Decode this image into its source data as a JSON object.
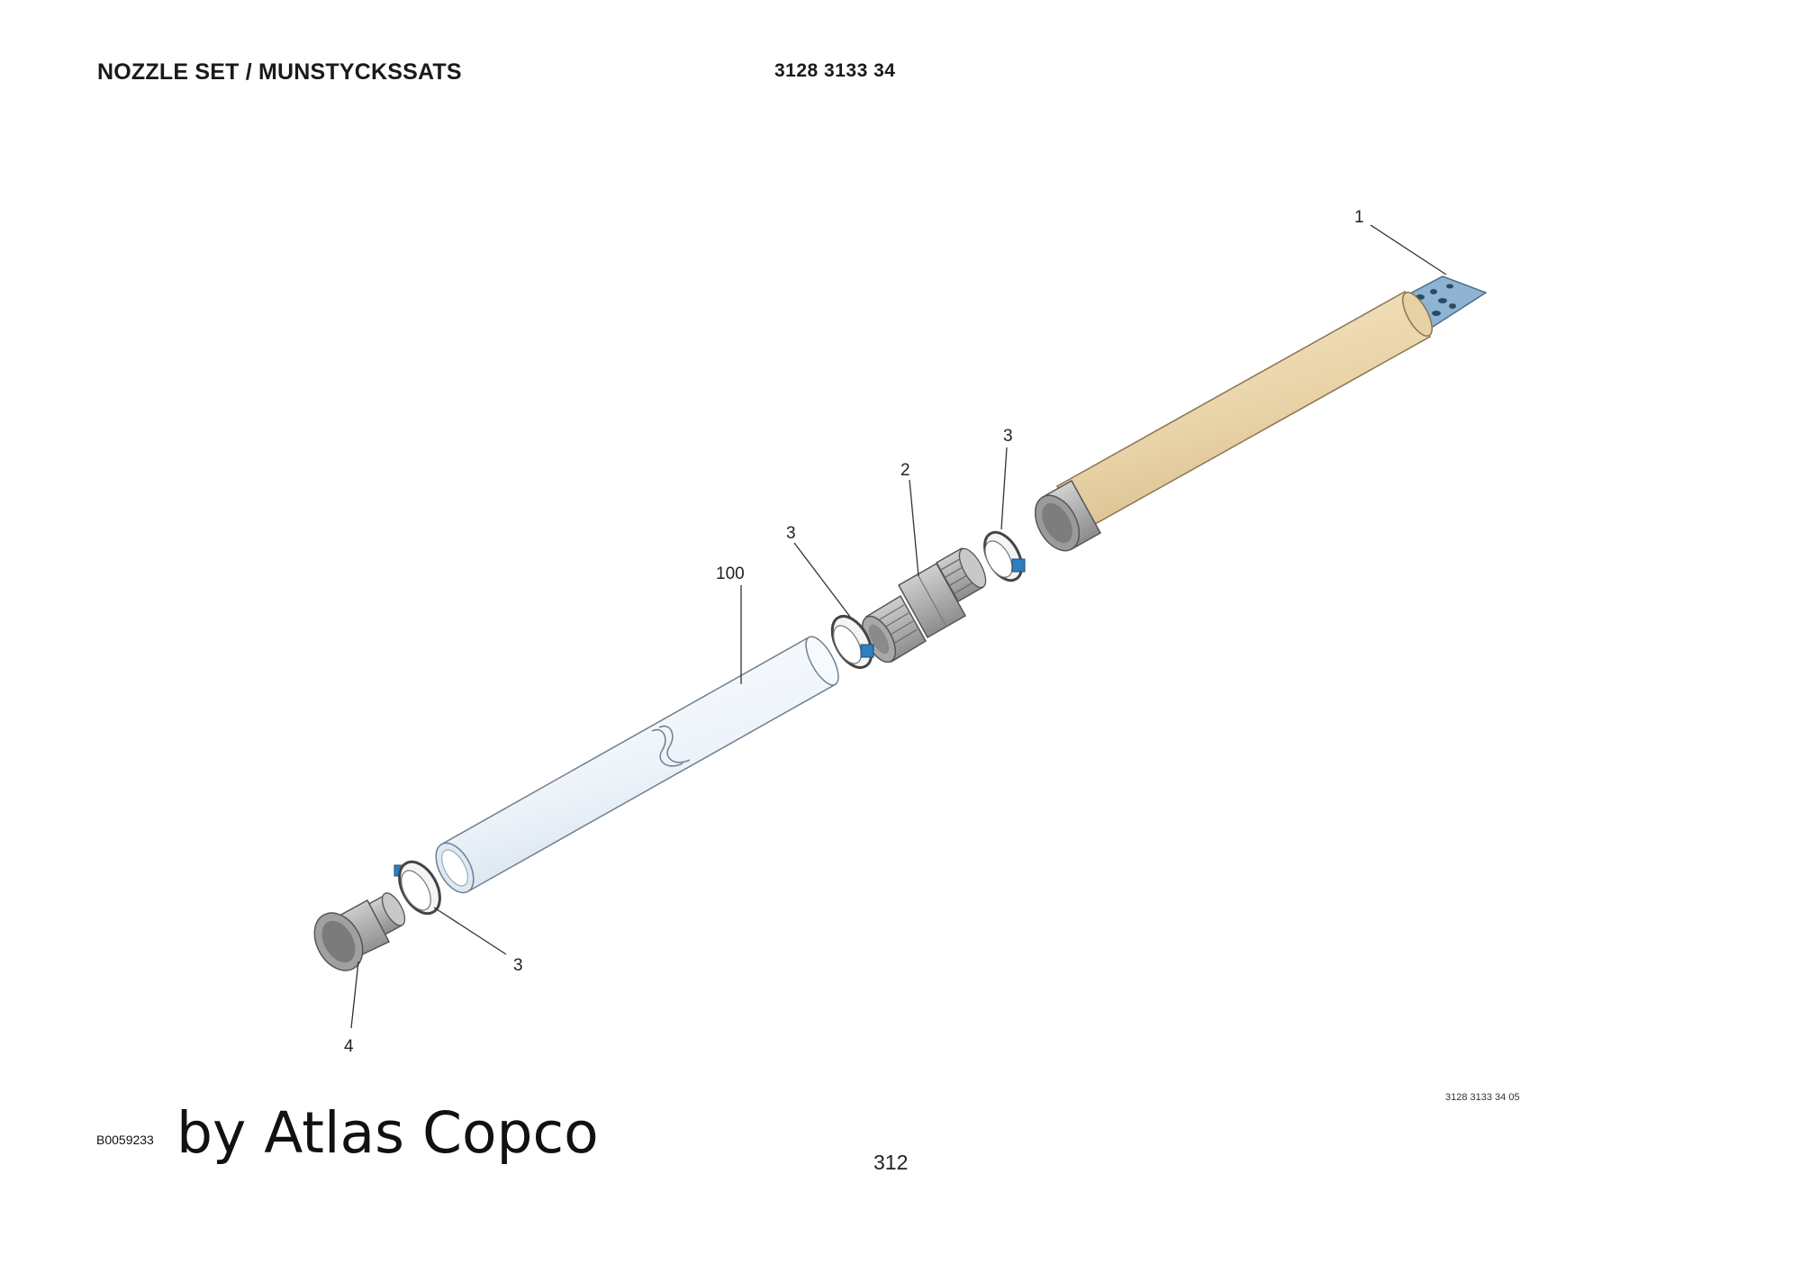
{
  "header": {
    "title": "NOZZLE SET / MUNSTYCKSSATS",
    "part_number": "3128 3133 34"
  },
  "callouts": {
    "item_1": "1",
    "item_2": "2",
    "item_3_upper_right": "3",
    "item_3_upper_left": "3",
    "item_100": "100",
    "item_3_lower": "3",
    "item_4": "4"
  },
  "footer": {
    "drawing_ref": "3128 3133 34 05",
    "image_code": "B0059233",
    "brand": "by Atlas Copco",
    "page_number": "312"
  },
  "colors": {
    "tube_tan": "#ecd9b2",
    "nozzle_blue": "#8fb4d3",
    "clamp_blue": "#2f7fbf",
    "hose_light": "#f3f7fb",
    "metal_grey": "#b9b9b9"
  }
}
